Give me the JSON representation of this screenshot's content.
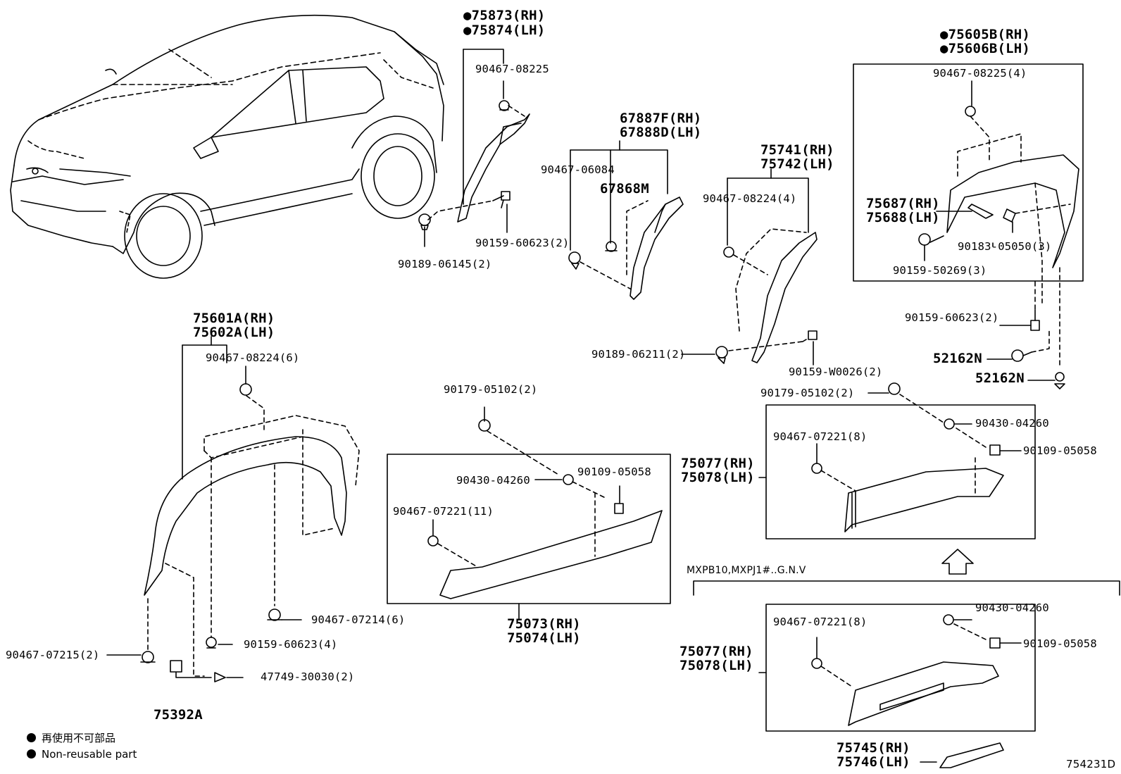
{
  "labels": {
    "a75873": "●75873(RH)",
    "a75874": "●75874(LH)",
    "a90467_08225": "90467-08225",
    "a90159_60623_2a": "90159-60623(2)",
    "a90189_06145": "90189-06145(2)",
    "a67887f": "67887F(RH)",
    "a67888d": "67888D(LH)",
    "a90467_06084": "90467-06084",
    "a67868m": "67868M",
    "a75741": "75741(RH)",
    "a75742": "75742(LH)",
    "a90467_08224_4": "90467-08224(4)",
    "a90189_06211": "90189-06211(2)",
    "a90159_w0026": "90159-W0026(2)",
    "a75605b": "●75605B(RH)",
    "a75606b": "●75606B(LH)",
    "a90467_08225_4": "90467-08225(4)",
    "a75687": "75687(RH)",
    "a75688": "75688(LH)",
    "a90183_05050": "90183-05050(3)",
    "a90159_50269": "90159-50269(3)",
    "a90159_60623_2b": "90159-60623(2)",
    "a52162n_1": "52162N",
    "a52162n_2": "52162N",
    "a75601a": "75601A(RH)",
    "a75602a": "75602A(LH)",
    "a90467_08224_6": "90467-08224(6)",
    "a90467_07214": "90467-07214(6)",
    "a90159_60623_4": "90159-60623(4)",
    "a90467_07215": "90467-07215(2)",
    "a47749_30030": "47749-30030(2)",
    "a75392a": "75392A",
    "a90179_05102_l": "90179-05102(2)",
    "a90430_04260_l": "90430-04260",
    "a90109_05058_l": "90109-05058",
    "a90467_07221_11": "90467-07221(11)",
    "a75073": "75073(RH)",
    "a75074": "75074(LH)",
    "a90179_05102_r": "90179-05102(2)",
    "a90430_04260_r1": "90430-04260",
    "a90109_05058_r1": "90109-05058",
    "a90467_07221_8a": "90467-07221(8)",
    "a75077_1": "75077(RH)",
    "a75078_1": "75078(LH)",
    "a_mxpb": "MXPB10,MXPJ1#..G.N.V",
    "a90430_04260_r2": "90430-04260",
    "a90109_05058_r2": "90109-05058",
    "a90467_07221_8b": "90467-07221(8)",
    "a75077_2": "75077(RH)",
    "a75078_2": "75078(LH)",
    "a75745": "75745(RH)",
    "a75746": "75746(LH)",
    "a_id": "754231D"
  },
  "legend": {
    "jp": "再使用不可部品",
    "en": "Non-reusable part"
  },
  "icons": {
    "arrow": "up-arrow-icon",
    "bullet": "filled-circle-icon"
  }
}
